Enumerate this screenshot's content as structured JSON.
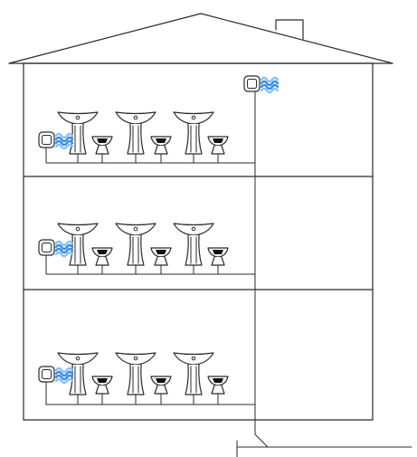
{
  "diagram": {
    "floors": [
      {
        "id": "top",
        "fixtures": [
          "basin-toilet-pair",
          "basin-toilet-pair",
          "basin-toilet-pair"
        ],
        "has_vent_unit": true
      },
      {
        "id": "middle",
        "fixtures": [
          "basin-toilet-pair",
          "basin-toilet-pair",
          "basin-toilet-pair"
        ],
        "has_vent_unit": true
      },
      {
        "id": "ground",
        "fixtures": [
          "basin-toilet-pair",
          "basin-toilet-pair",
          "basin-toilet-pair"
        ],
        "has_vent_unit": true
      }
    ],
    "icons": {
      "air_vent_unit": "air-vent-icon",
      "sink": "pedestal-sink-icon",
      "toilet": "toilet-icon",
      "chimney": "chimney-icon"
    },
    "colors": {
      "line": "#2a2a2a",
      "air_flow": "#3d8fe0",
      "air_flow_light": "#8cc2f5",
      "background": "#ffffff"
    }
  }
}
